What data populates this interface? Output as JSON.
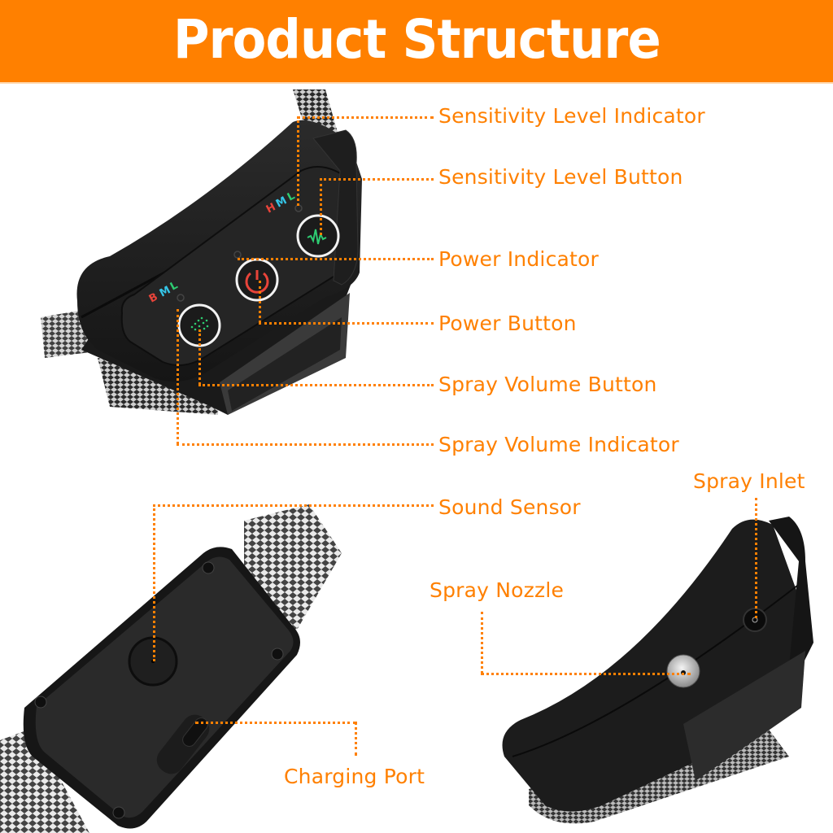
{
  "header": {
    "title": "Product Structure"
  },
  "colors": {
    "accent": "#ff8000",
    "device": "#1c1c1c",
    "background": "#ffffff"
  },
  "top_device": {
    "sensitivity_letters": [
      "H",
      "M",
      "L"
    ],
    "spray_letters": [
      "B",
      "M",
      "L"
    ],
    "letter_colors": [
      "#e8443a",
      "#35c6e8",
      "#2ecc71"
    ],
    "icons": [
      "waveform-icon",
      "power-icon",
      "spray-dots-icon"
    ]
  },
  "labels": {
    "sensitivity_level_indicator": "Sensitivity Level Indicator",
    "sensitivity_level_button": "Sensitivity Level Button",
    "power_indicator": "Power Indicator",
    "power_button": "Power Button",
    "spray_volume_button": "Spray Volume Button",
    "spray_volume_indicator": "Spray Volume Indicator",
    "sound_sensor": "Sound Sensor",
    "spray_inlet": "Spray Inlet",
    "spray_nozzle": "Spray Nozzle",
    "charging_port": "Charging Port"
  }
}
